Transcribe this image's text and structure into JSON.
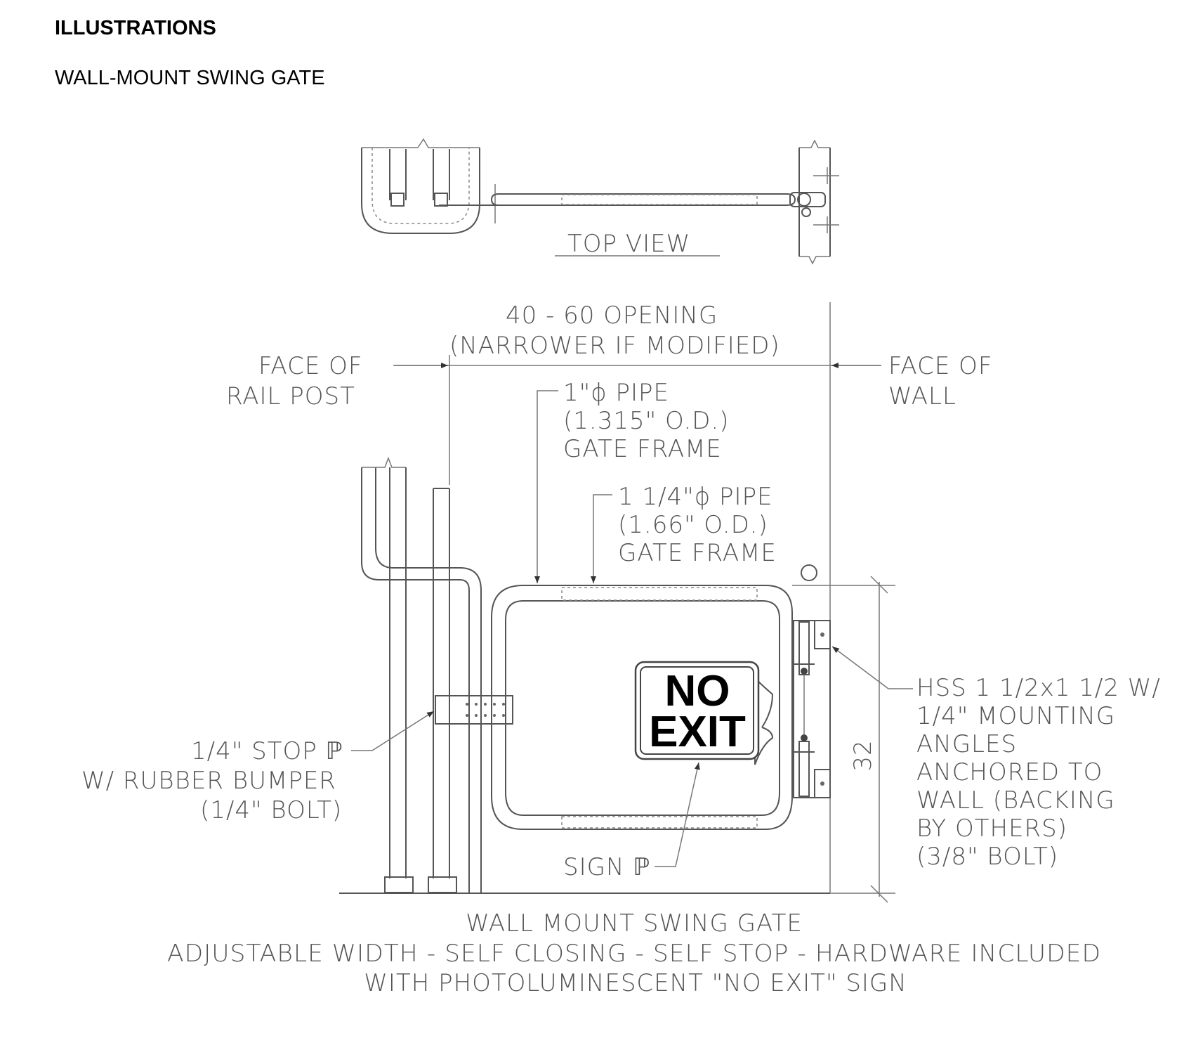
{
  "page": {
    "heading": "ILLUSTRATIONS",
    "subheading": "WALL-MOUNT SWING GATE"
  },
  "diagram": {
    "top_view_label": "TOP VIEW",
    "opening_line1": "40 - 60 OPENING",
    "opening_line2": "(NARROWER IF MODIFIED)",
    "face_rail_line1": "FACE OF",
    "face_rail_line2": "RAIL POST",
    "face_wall_line1": "FACE OF",
    "face_wall_line2": "WALL",
    "pipe1_line1": "1\"ϕ PIPE",
    "pipe1_line2": "(1.315\" O.D.)",
    "pipe1_line3": "GATE FRAME",
    "pipe2_line1": "1 1/4\"ϕ PIPE",
    "pipe2_line2": "(1.66\" O.D.)",
    "pipe2_line3": "GATE FRAME",
    "sign_line1": "NO",
    "sign_line2": "EXIT",
    "stop_line1": "1/4\" STOP ℙ",
    "stop_line2": "W/ RUBBER BUMPER",
    "stop_line3": "(1/4\" BOLT)",
    "sign_plate_label": "SIGN ℙ",
    "height_dim": "32",
    "hss_line1": "HSS 1 1/2x1 1/2 W/",
    "hss_line2": "1/4\" MOUNTING",
    "hss_line3": "ANGLES",
    "hss_line4": "ANCHORED TO",
    "hss_line5": "WALL (BACKING",
    "hss_line6": "BY OTHERS)",
    "hss_line7": "(3/8\" BOLT)",
    "caption_line1": "WALL MOUNT SWING GATE",
    "caption_line2": "ADJUSTABLE WIDTH - SELF CLOSING - SELF STOP - HARDWARE INCLUDED",
    "caption_line3": "WITH PHOTOLUMINESCENT \"NO EXIT\" SIGN"
  }
}
